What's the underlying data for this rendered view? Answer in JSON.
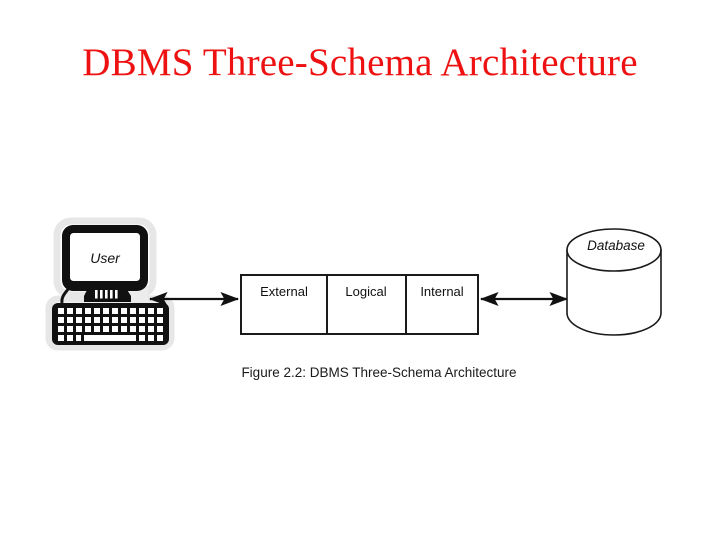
{
  "slide": {
    "title": "DBMS Three-Schema Architecture",
    "title_color": "#ee1111",
    "background_color": "#ffffff"
  },
  "diagram": {
    "caption": "Figure 2.2: DBMS Three-Schema Architecture",
    "user_node": {
      "label": "User",
      "icon": "desktop-computer-icon"
    },
    "schema_boxes": [
      {
        "label": "External"
      },
      {
        "label": "Logical"
      },
      {
        "label": "Internal"
      }
    ],
    "database_node": {
      "label": "Database",
      "icon": "database-cylinder-icon"
    },
    "connectors": [
      {
        "name": "user-to-external",
        "type": "double-arrow"
      },
      {
        "name": "internal-to-database",
        "type": "double-arrow"
      }
    ],
    "stroke_color": "#1a1a1a"
  }
}
